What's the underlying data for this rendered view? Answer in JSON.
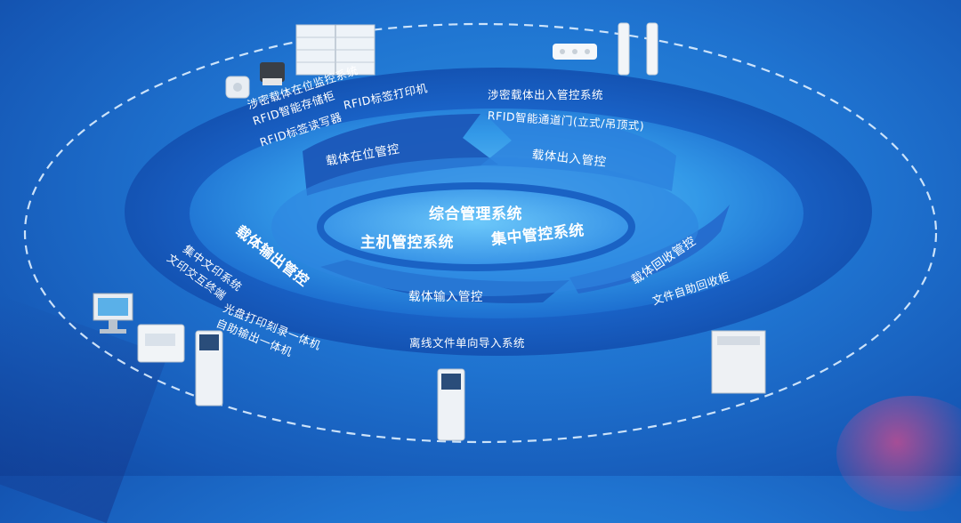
{
  "center": {
    "title": "综合管理系统",
    "left": "主机管控系统",
    "right": "集中管控系统"
  },
  "ring_segments": {
    "carrier_in_place": "载体在位管控",
    "carrier_access": "载体出入管控",
    "carrier_output": "载体输出管控",
    "carrier_input": "载体输入管控",
    "carrier_recycle": "载体回收管控"
  },
  "devices": {
    "top_left": [
      "涉密载体在位监控系统",
      "RFID智能存储柜",
      "RFID标签打印机",
      "RFID标签读写器"
    ],
    "top_right": [
      "涉密载体出入管控系统",
      "RFID智能通道门(立式/吊顶式)"
    ],
    "left": [
      "集中文印系统",
      "文印交互终端",
      "光盘打印刻录一体机",
      "自助输出一体机"
    ],
    "bottom": "离线文件单向导入系统",
    "right": "文件自助回收柜"
  },
  "colors": {
    "ring_outer": "#1a63c8",
    "ring_inner": "#2f8ae6",
    "center": "#4ab2f5",
    "text": "#ffffff",
    "dash": "#dfefff"
  }
}
